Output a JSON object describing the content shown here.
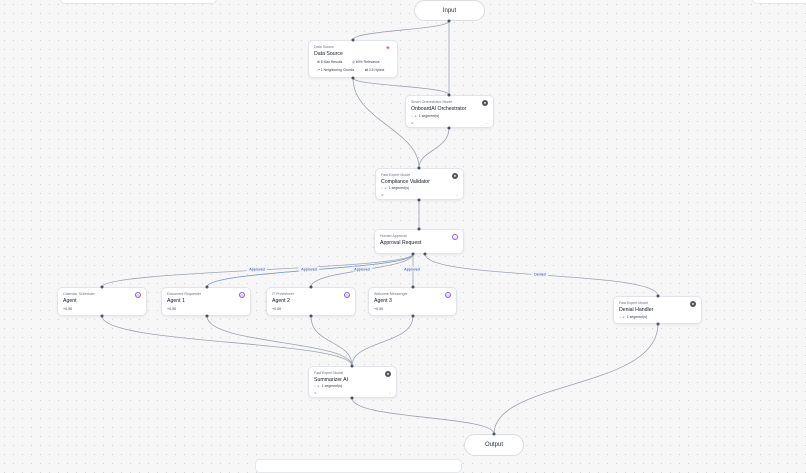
{
  "nodes": {
    "input": {
      "label": "Input"
    },
    "output": {
      "label": "Output"
    },
    "data_source": {
      "subtitle": "Data Source",
      "title": "Data Source",
      "stats": [
        "5 Max Results",
        "60% Relevance",
        "1 Neighboring Chunks",
        "0.5 Hybrid"
      ]
    },
    "orchestrator": {
      "subtitle": "Smart Orchestrator Model",
      "title": "OnboardAI Orchestrator",
      "segments": "1 segment(s)"
    },
    "compliance": {
      "subtitle": "Fast Expert Model",
      "title": "Compliance Validator",
      "segments": "1 segment(s)"
    },
    "approval": {
      "subtitle": "Human Approval",
      "title": "Approval Request"
    },
    "agents": [
      {
        "subtitle": "Calendar Scheduler",
        "title": "Agent",
        "cost": "+0.00"
      },
      {
        "subtitle": "Document Requester",
        "title": "Agent 1",
        "cost": "+0.00"
      },
      {
        "subtitle": "IT Provisioner",
        "title": "Agent 2",
        "cost": "+0.00"
      },
      {
        "subtitle": "Welcome Messenger",
        "title": "Agent 3",
        "cost": "+0.00"
      }
    ],
    "denial": {
      "subtitle": "Fast Expert Model",
      "title": "Denial Handler",
      "segments": "1 segment(s)"
    },
    "summarizer": {
      "subtitle": "Fast Expert Model",
      "title": "Summarizer AI",
      "segments": "1 segment(s)"
    }
  },
  "edge_labels": {
    "approved": "Approved",
    "denied": "Denied"
  }
}
